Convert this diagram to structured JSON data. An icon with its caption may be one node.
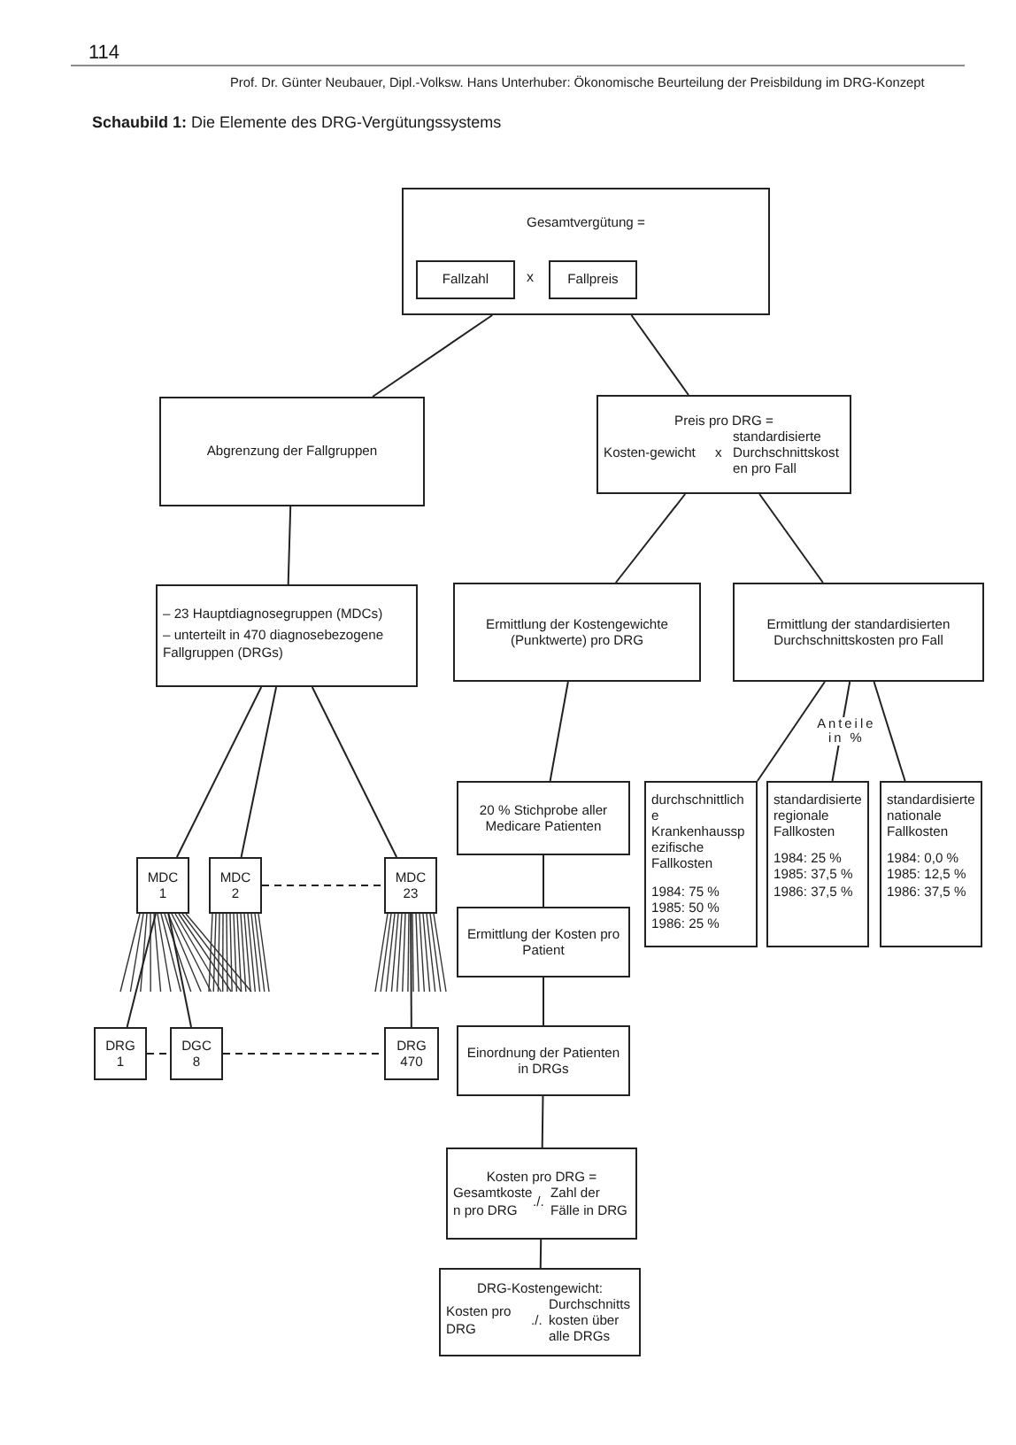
{
  "diagram": {
    "title": "**Schaubild 1:** Die Elemente des DRG-Vergütungssystems",
    "nodes": [
      {
        "text": [
          "Gesamtvergütung ="
        ]
      },
      {
        "text": [
          "Fallzahl"
        ],
        "in": 0
      },
      {
        "text": [
          "Fallpreis"
        ],
        "in": 0
      },
      {
        "text": [
          "Abgrenzung der Fallgruppen"
        ]
      },
      {
        "text": [
          "Preis pro DRG =",
          "Kosten-gewicht",
          "x",
          "standardisierte Durchschnittskosten pro Fall"
        ]
      },
      {
        "text": [
          "– 23 Hauptdiagnosegruppen (MDCs)",
          "– unterteilt in 470 diagnosebezogene Fallgruppen (DRGs)"
        ]
      },
      {
        "text": [
          "Ermittlung der Kostengewichte (Punktwerte) pro DRG"
        ]
      },
      {
        "text": [
          "Ermittlung der standardisierten Durchschnittskosten pro Fall"
        ]
      },
      {
        "text": [
          "MDC 1"
        ]
      },
      {
        "text": [
          "MDC 2"
        ]
      },
      {
        "text": [
          "MDC 23"
        ]
      },
      {
        "text": [
          "20 % Stichprobe aller Medicare Patienten"
        ]
      },
      {
        "text": [
          "durchschnittliche Krankenhausspezifische Fallkosten",
          "1984: 75 %",
          "1985: 50 %",
          "1986: 25 %"
        ]
      },
      {
        "text": [
          "standardisierte regionale Fallkosten",
          "1984: 25 %",
          "1985: 37,5 %",
          "1986: 37,5 %"
        ]
      },
      {
        "text": [
          "standardisierte nationale Fallkosten",
          "1984: 0,0 %",
          "1985: 12,5 %",
          "1986: 37,5 %"
        ]
      },
      {
        "text": [
          "Ermittlung der Kosten pro Patient"
        ]
      },
      {
        "text": [
          "DRG 1"
        ]
      },
      {
        "text": [
          "DGC 8"
        ]
      },
      {
        "text": [
          "DRG 470"
        ]
      },
      {
        "text": [
          "Einordnung der Patienten in DRGs"
        ]
      },
      {
        "text": [
          "Kosten pro DRG =",
          "Gesamtkosten pro DRG",
          "./.",
          "Zahl der Fälle in DRG"
        ]
      },
      {
        "text": [
          "DRG-Kostengewicht:",
          "Kosten pro DRG",
          "./.",
          "Durchschnittskosten über alle DRGs"
        ]
      }
    ],
    "edges": [
      {
        "from": 0,
        "to": 3,
        "arrow": "none"
      },
      {
        "from": 0,
        "to": 4,
        "arrow": "none"
      },
      {
        "from": 3,
        "to": 5,
        "arrow": "none"
      },
      {
        "from": 4,
        "to": 6,
        "arrow": "none"
      },
      {
        "from": 4,
        "to": 7,
        "arrow": "none"
      },
      {
        "from": 5,
        "to": 8,
        "arrow": "none"
      },
      {
        "from": 5,
        "to": 9,
        "arrow": "none"
      },
      {
        "from": 5,
        "to": 10,
        "arrow": "none"
      },
      {
        "from": 9,
        "to": 10,
        "arrow": "none",
        "style": "dashed"
      },
      {
        "from": 6,
        "to": 11,
        "arrow": "none"
      },
      {
        "from": 7,
        "to": 12,
        "arrow": "none"
      },
      {
        "from": 7,
        "to": 13,
        "arrow": "none",
        "label": "Anteile in %"
      },
      {
        "from": 7,
        "to": 14,
        "arrow": "none"
      },
      {
        "from": 11,
        "to": 15,
        "arrow": "none"
      },
      {
        "from": 8,
        "to": 16,
        "arrow": "none"
      },
      {
        "from": 8,
        "to": 17,
        "arrow": "none"
      },
      {
        "from": 10,
        "to": 18,
        "arrow": "none"
      },
      {
        "from": 16,
        "to": 17,
        "arrow": "none",
        "style": "dashed"
      },
      {
        "from": 17,
        "to": 18,
        "arrow": "none",
        "style": "dashed"
      },
      {
        "from": 15,
        "to": 19,
        "arrow": "none"
      },
      {
        "from": 19,
        "to": 20,
        "arrow": "none"
      },
      {
        "from": 20,
        "to": 21,
        "arrow": "none"
      }
    ],
    "labels": [
      "114",
      "Prof. Dr. Günter Neubauer, Dipl.-Volksw. Hans Unterhuber: Ökonomische Beurteilung der Preisbildung im DRG-Konzept",
      "x"
    ]
  }
}
